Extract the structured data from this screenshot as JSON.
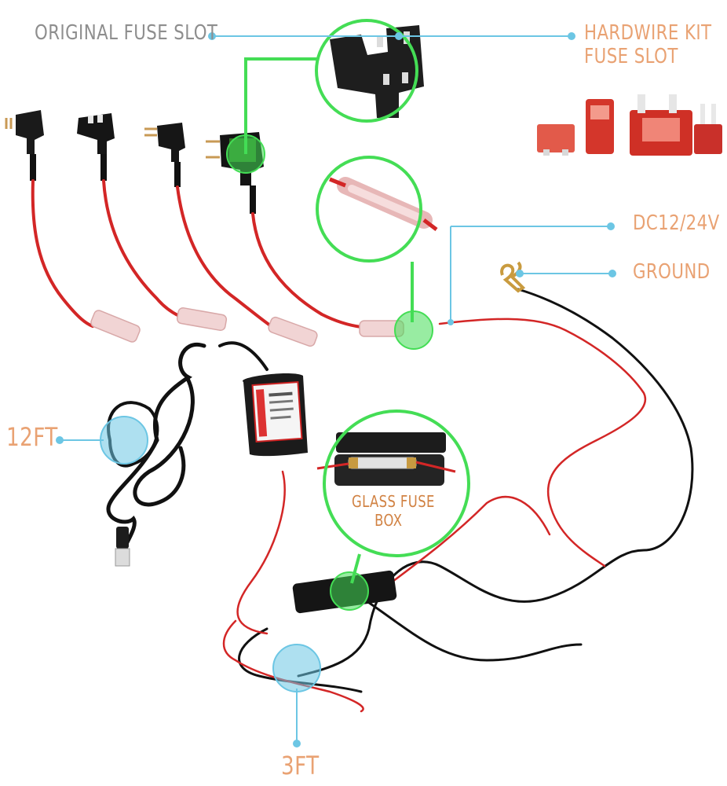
{
  "labels": {
    "original_fuse_slot": "ORIGINAL FUSE SLOT",
    "hardwire_kit_line1": "HARDWIRE KIT",
    "hardwire_kit_line2": "FUSE SLOT",
    "dc_voltage": "DC12/24V",
    "ground": "GROUND",
    "length_12ft": "12FT",
    "glass_fuse_line1": "GLASS FUSE",
    "glass_fuse_line2": "BOX",
    "length_3ft": "3FT"
  },
  "colors": {
    "label_gray": "#8e8e8e",
    "label_orange": "#e9a273",
    "callout_blue": "#6cc6e4",
    "callout_green": "#44dd55",
    "wire_red": "#d32626",
    "wire_black": "#111111"
  }
}
